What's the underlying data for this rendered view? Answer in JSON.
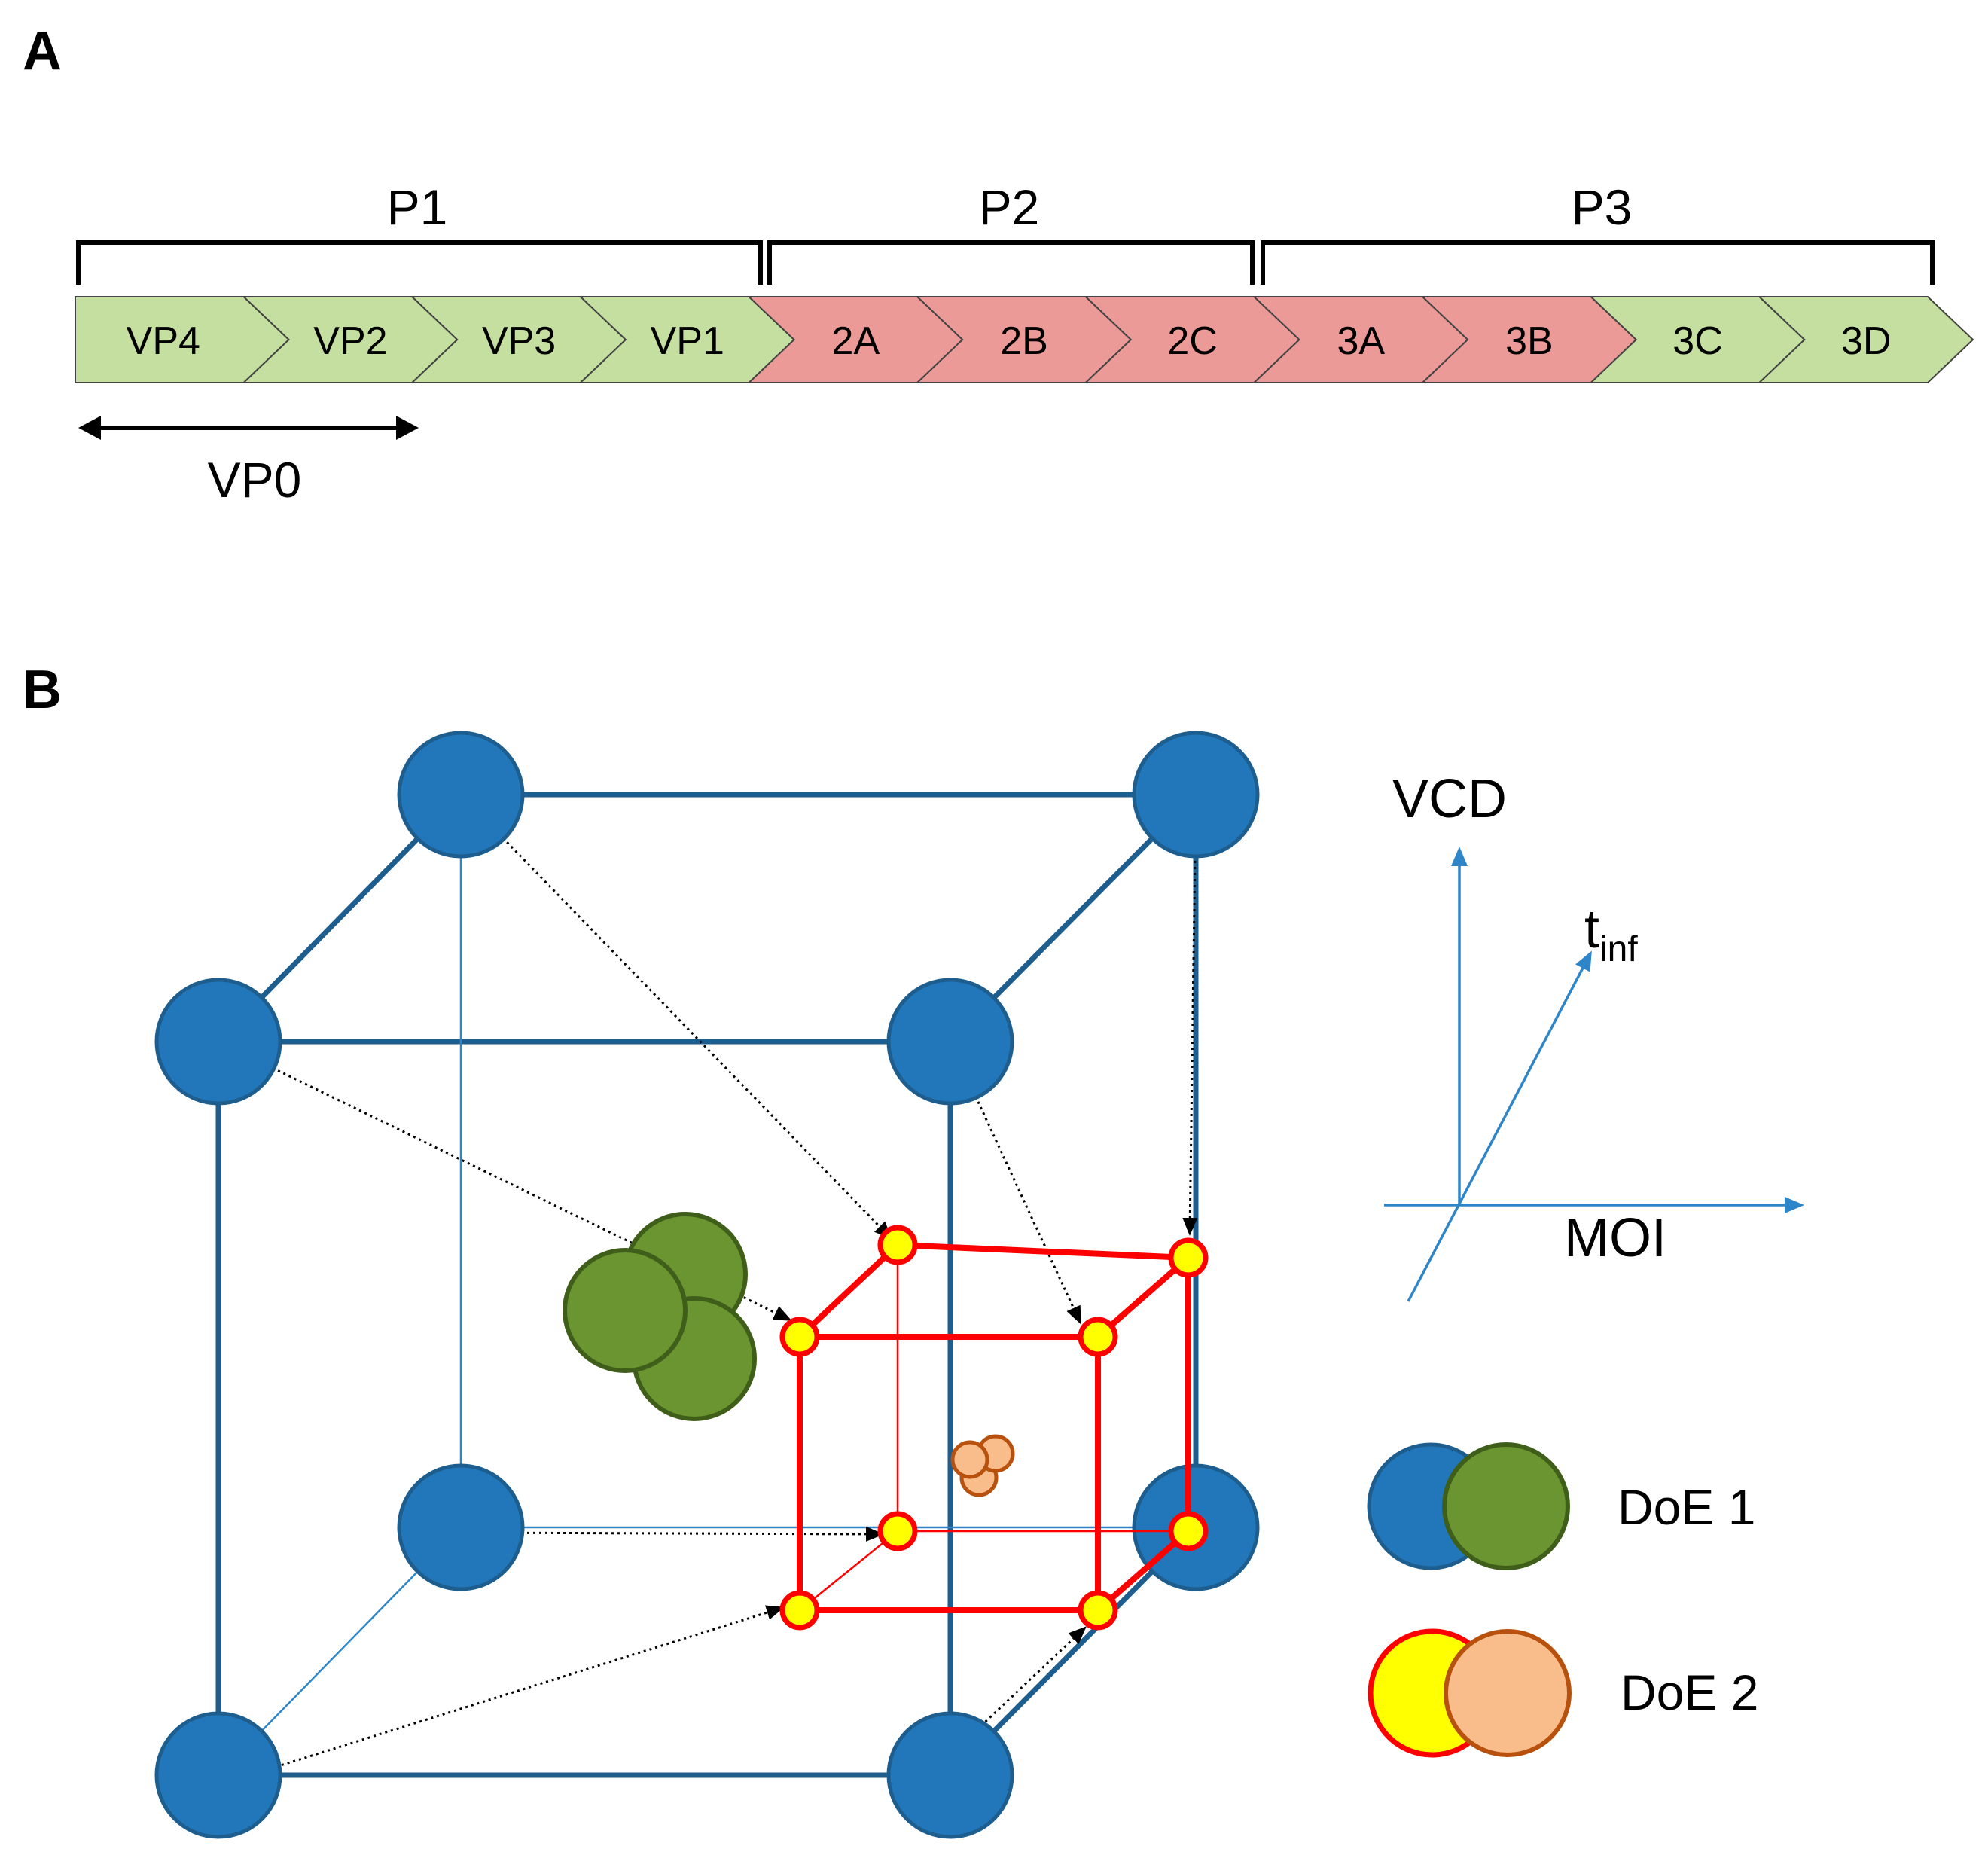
{
  "panels": {
    "a": {
      "letter": "A"
    },
    "b": {
      "letter": "B"
    }
  },
  "polyprotein": {
    "brackets": [
      "P1",
      "P2",
      "P3"
    ],
    "segments": [
      {
        "label": "VP4",
        "color": "#c4dfa0"
      },
      {
        "label": "VP2",
        "color": "#c4dfa0"
      },
      {
        "label": "VP3",
        "color": "#c4dfa0"
      },
      {
        "label": "VP1",
        "color": "#c4dfa0"
      },
      {
        "label": "2A",
        "color": "#ec9a97"
      },
      {
        "label": "2B",
        "color": "#ec9a97"
      },
      {
        "label": "2C",
        "color": "#ec9a97"
      },
      {
        "label": "3A",
        "color": "#ec9a97"
      },
      {
        "label": "3B",
        "color": "#ec9a97"
      },
      {
        "label": "3C",
        "color": "#c4dfa0"
      },
      {
        "label": "3D",
        "color": "#c4dfa0"
      }
    ],
    "vp0_label": "VP0"
  },
  "cube_diagram": {
    "axes": {
      "y_label": "VCD",
      "z_label_main": "t",
      "z_label_sub": "inf",
      "x_label": "MOI",
      "color": "#2e86c8"
    },
    "legend": [
      {
        "label": "DoE 1",
        "fill_a": "#2277bb",
        "stroke_a": "#1e5e8e",
        "fill_b": "#6a9530",
        "stroke_b": "#3f5e1a"
      },
      {
        "label": "DoE 2",
        "fill_a": "#ffff00",
        "stroke_a": "#ff0000",
        "fill_b": "#f9bd8c",
        "stroke_b": "#b8510e"
      }
    ],
    "colors": {
      "outer_cube": "#1e5e8e",
      "outer_node": "#2277bb",
      "inner_cube": "#ff0000",
      "inner_node": "#ffff00",
      "center_outer": "#6a9530",
      "center_inner": "#f9bd8c"
    }
  }
}
